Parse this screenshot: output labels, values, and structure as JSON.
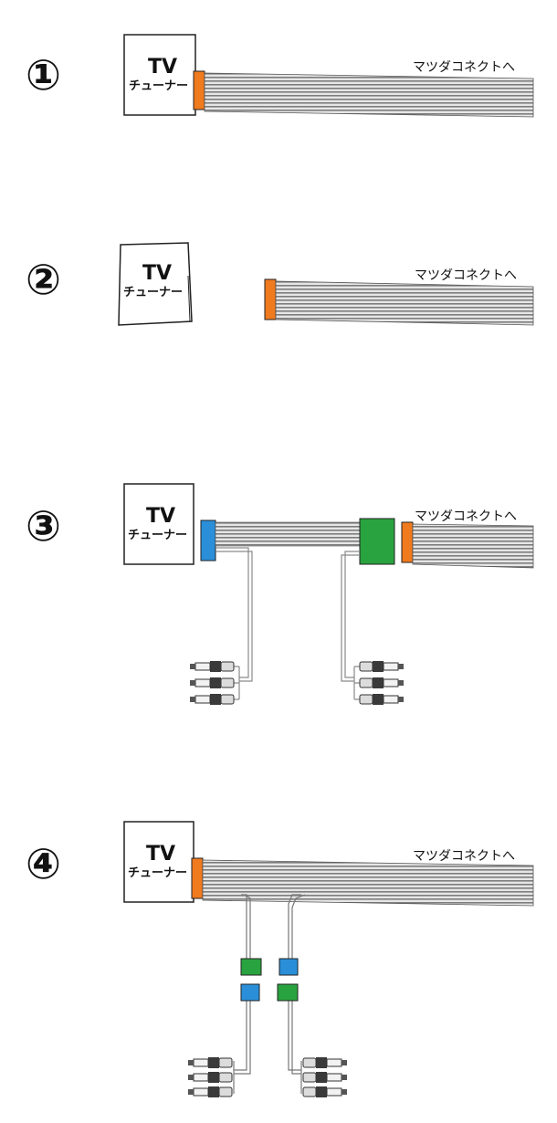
{
  "steps": [
    {
      "number": "①",
      "tuner": {
        "title": "TV",
        "subtitle": "チューナー"
      },
      "destination_label": "マツダコネクトへ"
    },
    {
      "number": "②",
      "tuner": {
        "title": "TV",
        "subtitle": "チューナー"
      },
      "destination_label": "マツダコネクトへ"
    },
    {
      "number": "③",
      "tuner": {
        "title": "TV",
        "subtitle": "チューナー"
      },
      "destination_label": "マツダコネクトへ"
    },
    {
      "number": "④",
      "tuner": {
        "title": "TV",
        "subtitle": "チューナー"
      },
      "destination_label": "マツダコネクトへ"
    }
  ],
  "colors": {
    "connector_orange": "#f07a1e",
    "connector_blue": "#2a8fd8",
    "connector_green": "#29a33f",
    "cable_gray": "#8a8a8a"
  }
}
